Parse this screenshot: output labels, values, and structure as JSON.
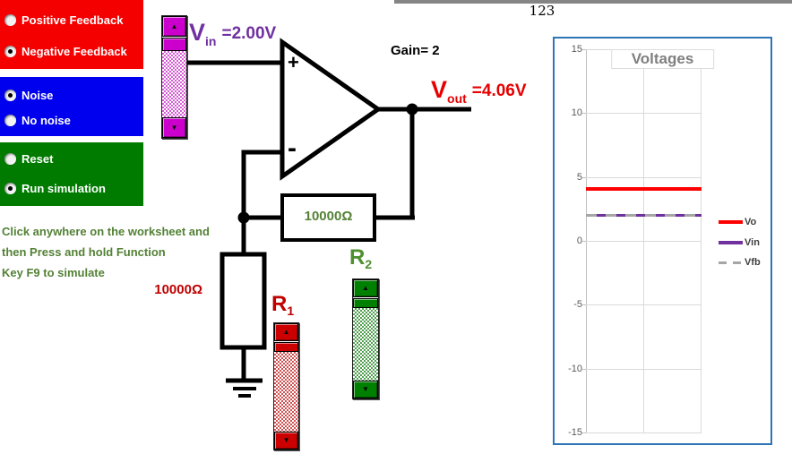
{
  "page": {
    "header_number": "123"
  },
  "icons": {
    "up_arrow": "▲",
    "down_arrow": "▼"
  },
  "controls": {
    "feedback_group": {
      "bg_color": "#F40000",
      "options": [
        {
          "label": "Positive Feedback",
          "selected": false
        },
        {
          "label": "Negative Feedback",
          "selected": true
        }
      ]
    },
    "noise_group": {
      "bg_color": "#0000EE",
      "options": [
        {
          "label": "Noise",
          "selected": true
        },
        {
          "label": "No noise",
          "selected": false
        }
      ]
    },
    "sim_group": {
      "bg_color": "#007B00",
      "options": [
        {
          "label": "Reset",
          "selected": false
        },
        {
          "label": "Run simulation",
          "selected": true
        }
      ]
    }
  },
  "instructions": {
    "color": "#538135",
    "lines": [
      "Click anywhere on the worksheet and",
      "then Press and hold Function",
      "Key F9 to simulate"
    ]
  },
  "circuit": {
    "vin_label": {
      "base": "V",
      "sub": "in",
      "value": "=2.00V",
      "color": "#7030A0"
    },
    "vout_label": {
      "base": "V",
      "sub": "out",
      "value": "=4.06V",
      "color": "#E60000"
    },
    "gain_label": "Gain= 2",
    "opamp": {
      "plus": "+",
      "minus": "-"
    },
    "feedback_resistor": {
      "value": "10000Ω",
      "color": "#548235"
    },
    "input_resistor": {
      "value": "10000Ω",
      "color": "#C00000"
    },
    "r1": {
      "base": "R",
      "sub": "1",
      "color": "#C00000"
    },
    "r2": {
      "base": "R",
      "sub": "2",
      "color": "#4E8F2F"
    }
  },
  "sliders": {
    "vin": {
      "color": "#CC00CC"
    },
    "r1": {
      "color": "#CC0000"
    },
    "r2": {
      "color": "#008000"
    }
  },
  "chart_data": {
    "type": "line",
    "title": "Voltages",
    "ylim": [
      -15,
      15
    ],
    "y_ticks": [
      15,
      10,
      5,
      0,
      -5,
      -10,
      -15
    ],
    "grid": true,
    "legend_position": "right",
    "series": [
      {
        "name": "Vo",
        "value": 4.06,
        "color": "#FF0000",
        "style": "solid"
      },
      {
        "name": "Vin",
        "value": 2.0,
        "color": "#7030A0",
        "style": "solid"
      },
      {
        "name": "Vfb",
        "value": 2.03,
        "color": "#A6A6A6",
        "style": "dashed"
      }
    ]
  }
}
